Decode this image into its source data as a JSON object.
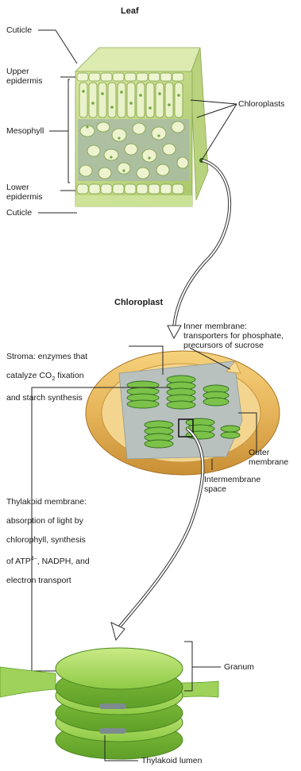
{
  "sections": {
    "leaf_title": "Leaf",
    "chloroplast_title": "Chloroplast"
  },
  "leaf_labels": {
    "cuticle_top": "Cuticle",
    "upper_epidermis": "Upper\nepidermis",
    "mesophyll": "Mesophyll",
    "lower_epidermis": "Lower\nepidermis",
    "cuticle_bottom": "Cuticle",
    "chloroplasts": "Chloroplasts"
  },
  "chloroplast_labels": {
    "inner_membrane": "Inner membrane:\ntransporters for phosphate,\nprecursors of sucrose",
    "stroma_line1": "Stroma: enzymes that",
    "stroma_line2_pre": "catalyze CO",
    "stroma_line2_sub": "2",
    "stroma_line2_post": " fixation",
    "stroma_line3": "and starch synthesis",
    "outer_membrane": "Outer\nmembrane",
    "intermembrane_space": "Intermembrane\nspace"
  },
  "thylakoid_labels": {
    "thylakoid_line1": "Thylakoid membrane:",
    "thylakoid_line2": "absorption of light by",
    "thylakoid_line3": "chlorophyll, synthesis",
    "thylakoid_line4_pre": "of ATP",
    "thylakoid_line4_sup": "4−",
    "thylakoid_line4_post": ", NADPH, and",
    "thylakoid_line5": "electron transport",
    "granum": "Granum",
    "thylakoid_lumen": "Thylakoid lumen"
  },
  "colors": {
    "leaf_green": "#c9dd8e",
    "cell_wall": "#e9f2c8",
    "chloroplast_green": "#7cc24a",
    "dark_green": "#3f8f2a",
    "outer_membrane_tan": "#e6b75a",
    "inner_tan": "#f3d58f",
    "stroma_gray": "#b9c1be",
    "granum_green": "#9fd25a",
    "lumen_gray": "#7d8b8f"
  }
}
